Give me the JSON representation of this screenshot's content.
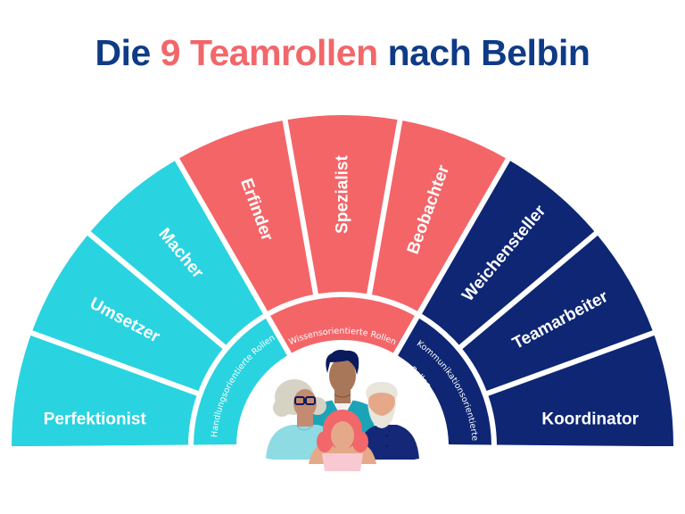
{
  "title": {
    "part1": "Die",
    "part2": "9 Teamrollen",
    "part3": "nach Belbin",
    "colors": {
      "dark": "#0F3B86",
      "accent": "#F1676A"
    }
  },
  "colors": {
    "teal": "#2AD3E0",
    "coral": "#F46568",
    "navy": "#0E2674",
    "gap": "#FFFFFF"
  },
  "roles": [
    {
      "label": "Perfektionist",
      "group": "action",
      "color": "teal",
      "rotation": 0
    },
    {
      "label": "Umsetzer",
      "group": "action",
      "color": "teal",
      "rotation": 28
    },
    {
      "label": "Macher",
      "group": "action",
      "color": "teal",
      "rotation": 50
    },
    {
      "label": "Erfinder",
      "group": "knowledge",
      "color": "coral",
      "rotation": 70
    },
    {
      "label": "Spezialist",
      "group": "knowledge",
      "color": "coral",
      "rotation": -90
    },
    {
      "label": "Beobachter",
      "group": "knowledge",
      "color": "coral",
      "rotation": -70
    },
    {
      "label": "Weichensteller",
      "group": "communication",
      "color": "navy",
      "rotation": -50
    },
    {
      "label": "Teamarbeiter",
      "group": "communication",
      "color": "navy",
      "rotation": -28
    },
    {
      "label": "Koordinator",
      "group": "communication",
      "color": "navy",
      "rotation": 0
    }
  ],
  "groups": [
    {
      "id": "action",
      "label": "Handlungsorientierte Rollen",
      "color": "teal"
    },
    {
      "id": "knowledge",
      "label": "Wissensorientierte Rollen",
      "color": "coral"
    },
    {
      "id": "communication",
      "label_line1": "Kommunikationsorientierte",
      "label_line2": "Rollen",
      "color": "navy"
    }
  ],
  "illustration": {
    "description": "Group of four diverse people",
    "colors": {
      "skin_dark": "#A8775A",
      "skin_light": "#E5A98A",
      "skin_mid": "#C48B72",
      "hair_grey": "#D6D3C4",
      "hair_navy": "#0B1A5C",
      "hair_coral": "#F1676A",
      "shirt_teal": "#1BA4B8",
      "shirt_light": "#8EDBE3",
      "shirt_navy": "#142877",
      "top_pink": "#F9C9D3"
    }
  }
}
